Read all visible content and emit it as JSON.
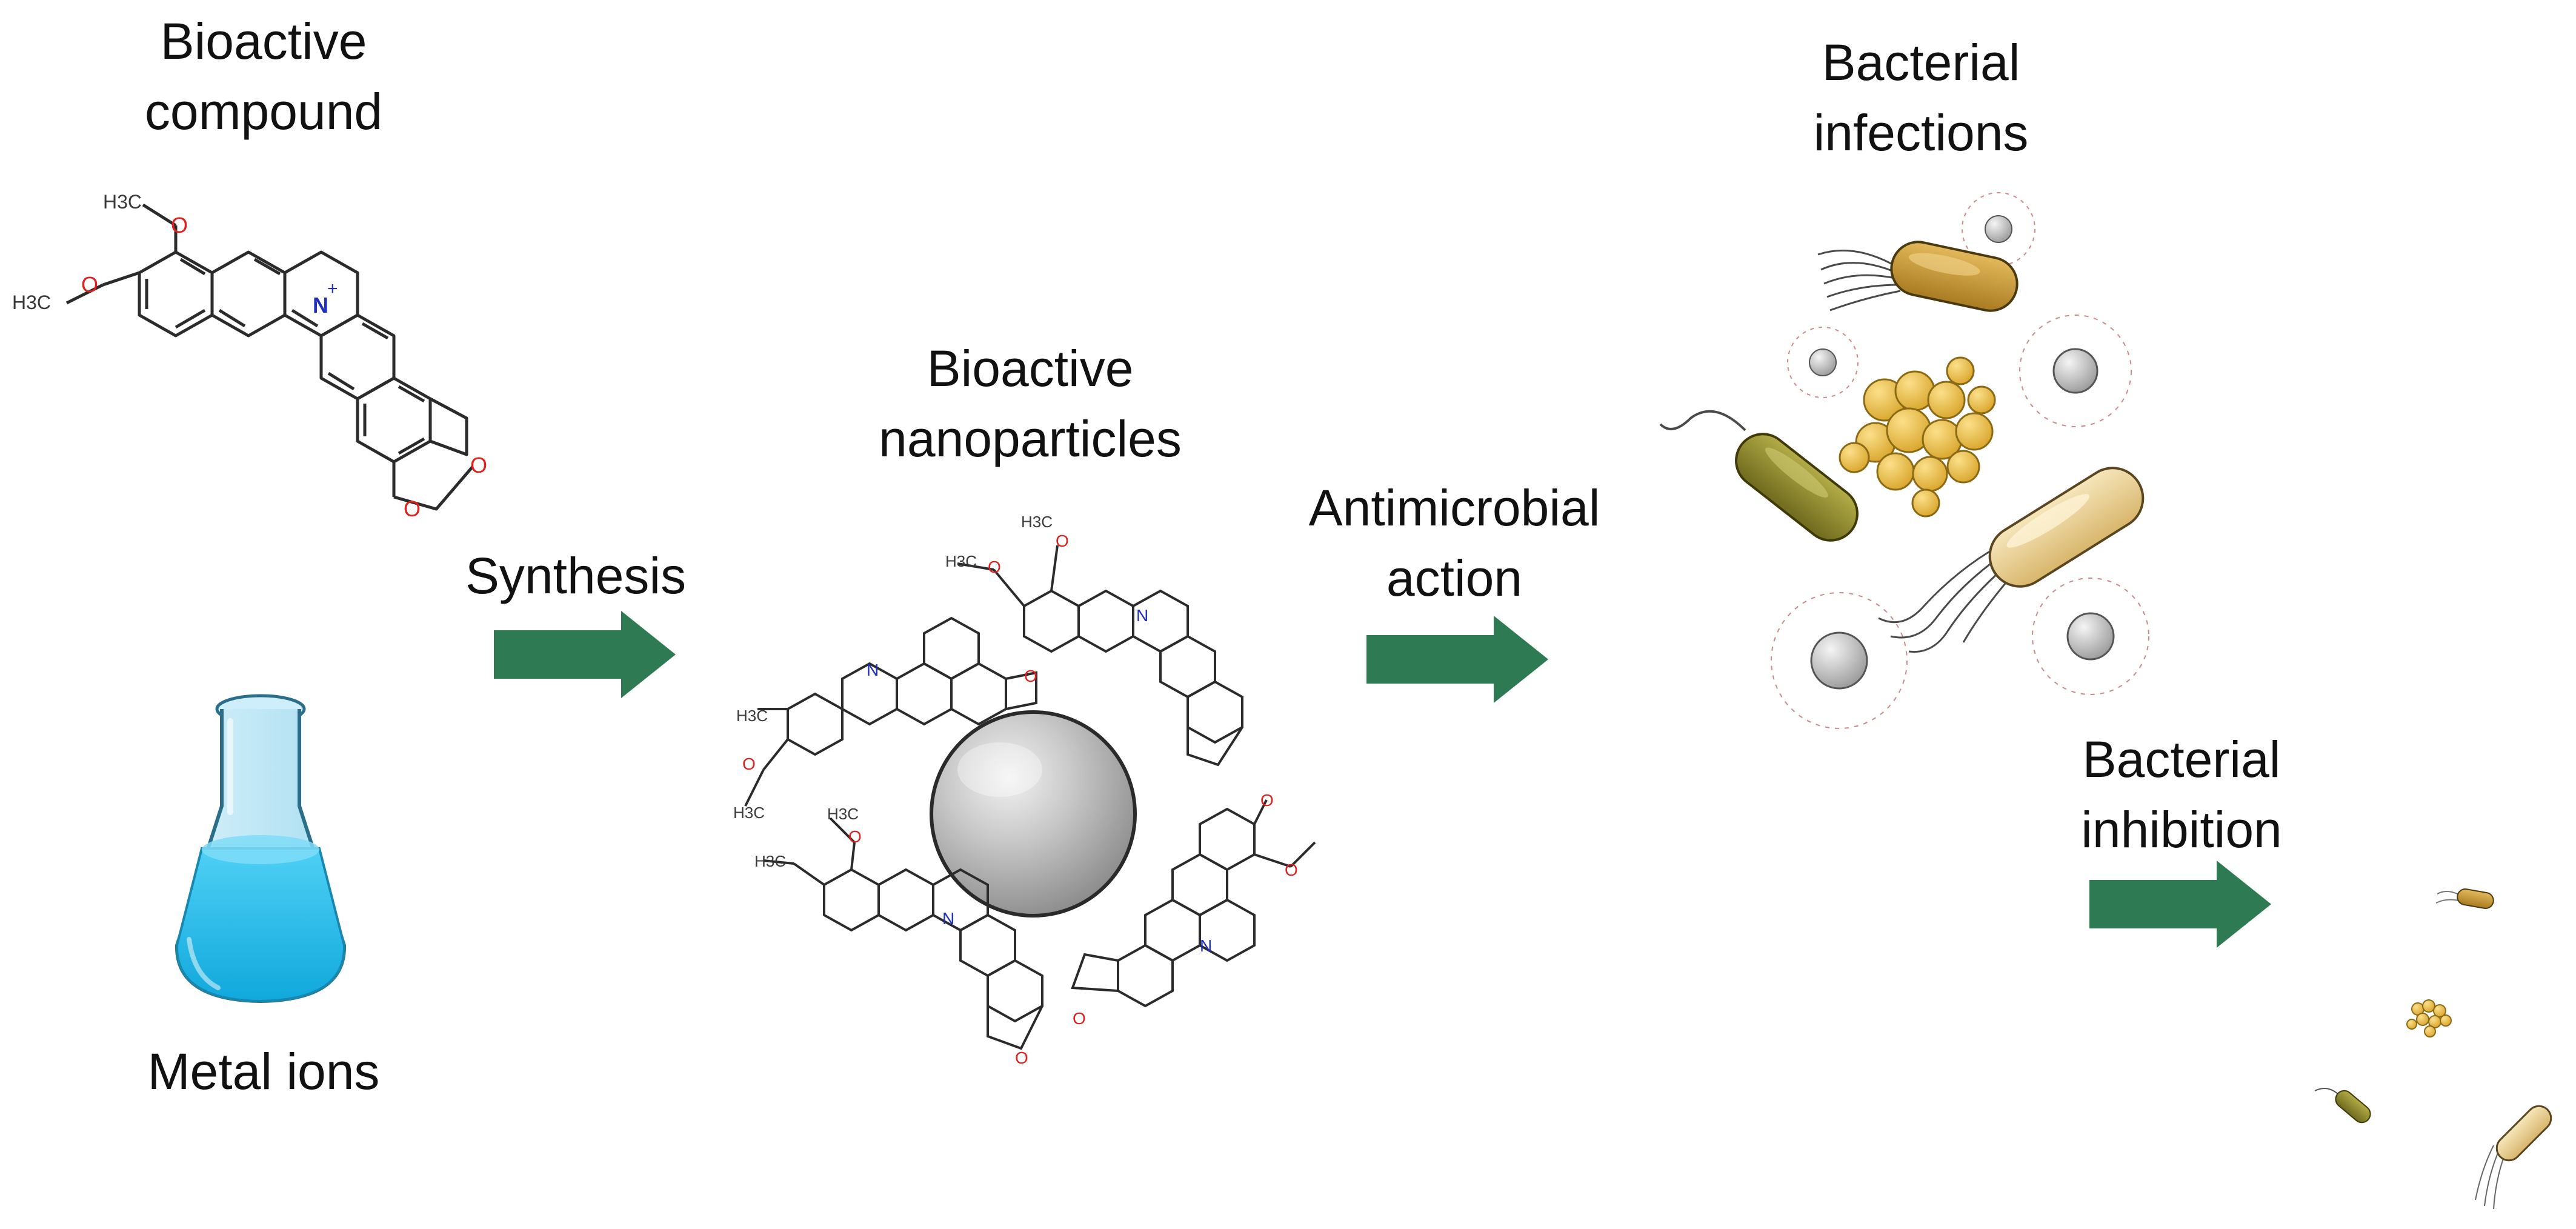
{
  "labels": {
    "bioactive_compound": [
      "Bioactive",
      "compound"
    ],
    "metal_ions": "Metal ions",
    "synthesis": "Synthesis",
    "bioactive_nanoparticles": [
      "Bioactive",
      "nanoparticles"
    ],
    "antimicrobial_action": [
      "Antimicrobial",
      "action"
    ],
    "bacterial_infections": [
      "Bacterial",
      "infections"
    ],
    "bacterial_inhibition": [
      "Bacterial",
      "inhibition"
    ]
  },
  "molecule_atoms": {
    "methyl": "H3C",
    "oxygen": "O",
    "nitrogen": "N",
    "charge": "+"
  },
  "colors": {
    "arrow": "#2e7a52",
    "oxygen": "#e0201c",
    "nitrogen": "#1f2fbf",
    "bond": "#2b2b2b",
    "flask_liquid": "#1fb8e6",
    "nanoparticle": "#bdbdbd",
    "bacteria_gold": "#c99a36",
    "bacteria_olive": "#8f8a2a",
    "bacteria_cream": "#e8cf91",
    "cocci_yellow": "#f0c24a"
  },
  "icons": [
    "flask-icon",
    "nanoparticle-icon",
    "rod-bacterium-icon",
    "cocci-cluster-icon",
    "arrow-right-icon"
  ]
}
